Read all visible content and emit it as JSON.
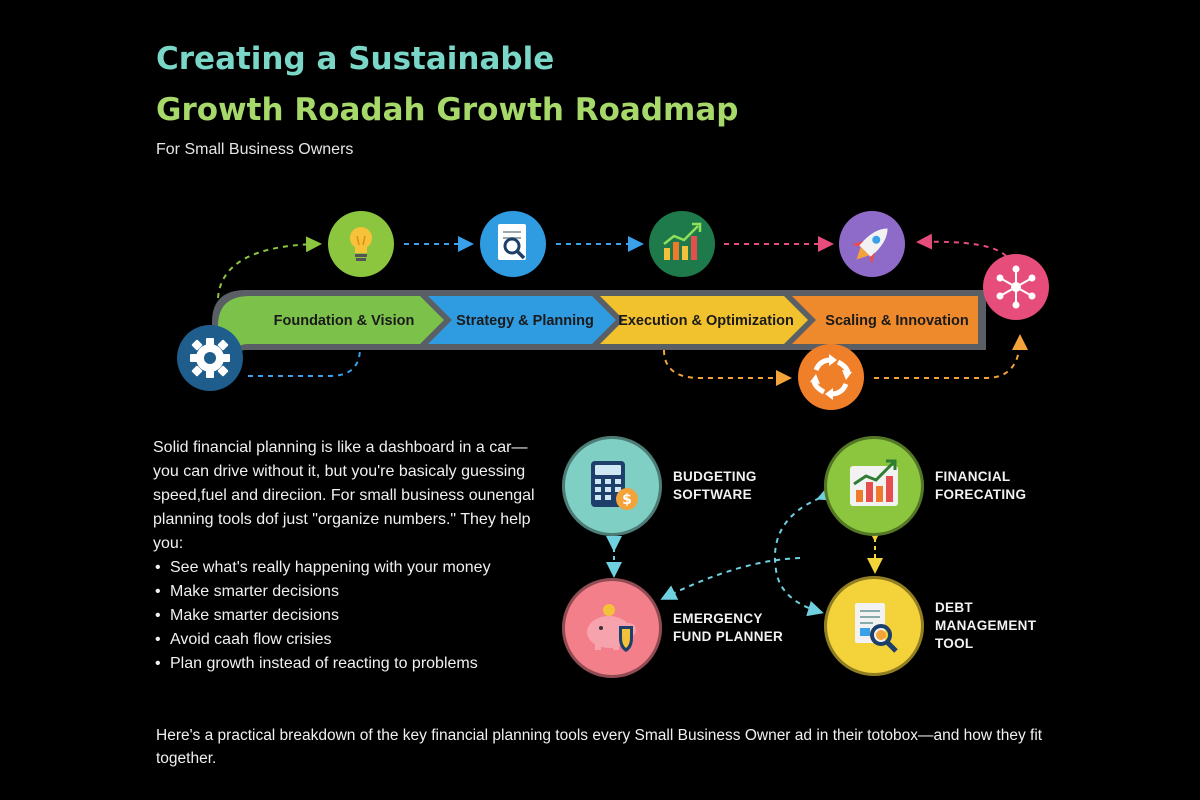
{
  "title": {
    "line1": "Creating a Sustainable",
    "line2": "Growth Roadah Growth Roadmap"
  },
  "subtitle": "For Small Business Owners",
  "roadmap": {
    "stages": [
      {
        "label": "Foundation & Vision",
        "color": "#7cc24a"
      },
      {
        "label": "Strategy & Planning",
        "color": "#2f9be0"
      },
      {
        "label": "Execution & Optimization",
        "color": "#f2c22e"
      },
      {
        "label": "Scaling & Innovation",
        "color": "#ef8a2c"
      }
    ],
    "icons": [
      {
        "name": "gear-icon",
        "color": "#1f5d8c"
      },
      {
        "name": "lightbulb-icon",
        "color": "#8cc63f"
      },
      {
        "name": "document-search-icon",
        "color": "#2f9be0"
      },
      {
        "name": "growth-chart-icon",
        "color": "#1e7a4a"
      },
      {
        "name": "rocket-icon",
        "color": "#8e6bc9"
      },
      {
        "name": "network-icon",
        "color": "#e64d7b"
      },
      {
        "name": "cycle-arrows-icon",
        "color": "#f07f2a"
      }
    ]
  },
  "intro": {
    "paragraph": "Solid financial planning is like a dashboard in a car—you can drive without it, but you're basicaly guessing speed,fuel and direciion. For small business ounengal planning tools dof just \"organize numbers.\" They help you:",
    "bullets": [
      "See what's really happening with your money",
      "Make smarter decisions",
      "Make smarter decisions",
      "Avoid caah flow crisies",
      "Plan growth instead of reacting to problems"
    ]
  },
  "tools": {
    "budgeting": {
      "line1": "BUDGETING",
      "line2": "SOFTWARE",
      "color": "#7fcfc4"
    },
    "forecasting": {
      "line1": "FINANCIAL",
      "line2": "FORECATING",
      "color": "#8cc63f"
    },
    "emergency": {
      "line1": "EMERGENCY",
      "line2": "FUND PLANNER",
      "color": "#f27f8a"
    },
    "debt": {
      "line1": "DEBT",
      "line2": "MANAGEMENT TOOL",
      "color": "#f3d23a"
    }
  },
  "footer": "Here's a practical breakdown of the key financial planning tools every Small Business Owner ad in their totobox—and how they fit together."
}
